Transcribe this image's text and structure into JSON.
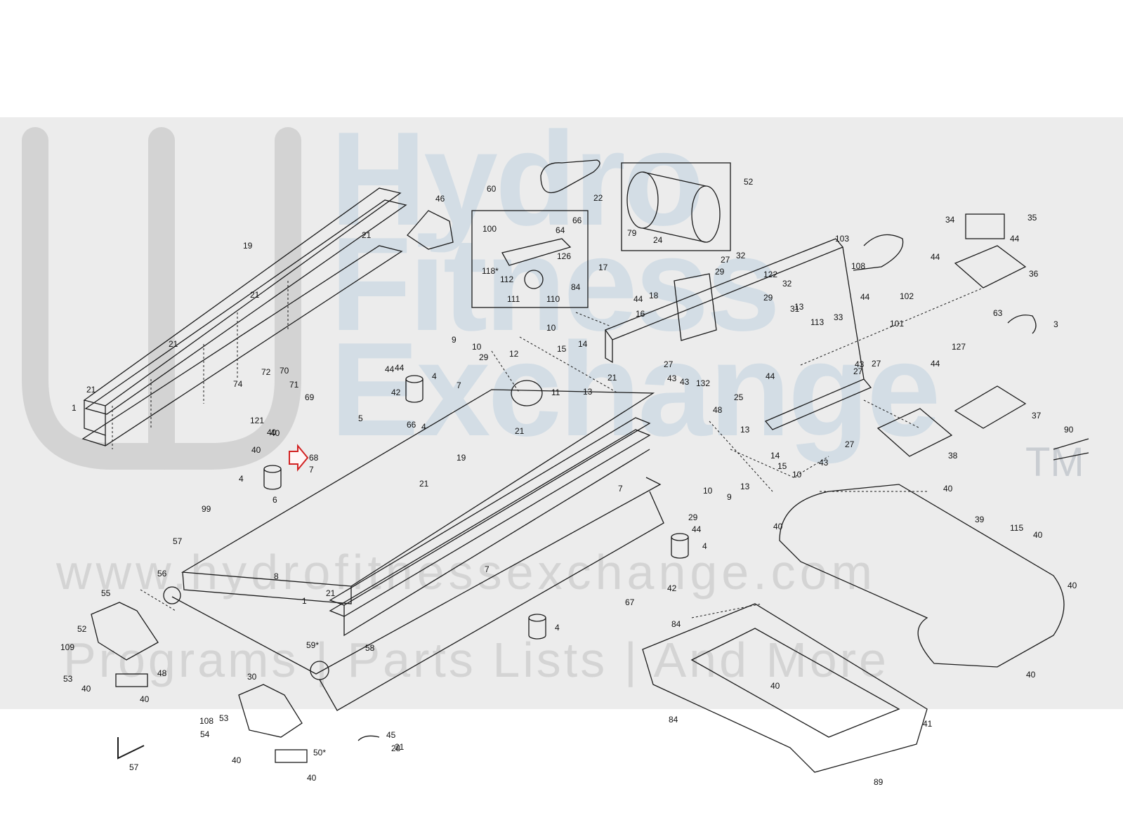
{
  "watermark": {
    "logo_lines": [
      "Hydro",
      "Fitness",
      "Exchange"
    ],
    "trademark": "TM",
    "url": "www.hydrofitnessexchange.com",
    "tagline": "Programs | Parts Lists | And More"
  },
  "colors": {
    "band": "#ececec",
    "line": "#1a1a1a",
    "callout_arrow": "#d22222",
    "watermark_blue": "#b9cddd",
    "watermark_gray": "#c9c9c9"
  },
  "callout": {
    "label": "68",
    "icon": "red-outline-arrow-icon"
  },
  "part_labels": [
    "1",
    "1",
    "3",
    "4",
    "4",
    "4",
    "4",
    "4",
    "5",
    "6",
    "7",
    "7",
    "7",
    "7",
    "8",
    "9",
    "9",
    "10",
    "10",
    "10",
    "10",
    "11",
    "12",
    "13",
    "13",
    "13",
    "13",
    "14",
    "14",
    "15",
    "15",
    "16",
    "17",
    "18",
    "19",
    "19",
    "21",
    "21",
    "21",
    "21",
    "21",
    "21",
    "21",
    "21",
    "21",
    "22",
    "24",
    "25",
    "27",
    "27",
    "27",
    "27",
    "27",
    "28",
    "29",
    "29",
    "29",
    "29",
    "30",
    "31",
    "32",
    "32",
    "33",
    "34",
    "35",
    "36",
    "37",
    "38",
    "39",
    "40",
    "40",
    "40",
    "40",
    "40",
    "40",
    "40",
    "40",
    "40",
    "40",
    "40",
    "40",
    "40",
    "41",
    "42",
    "42",
    "43",
    "43",
    "43",
    "43",
    "44",
    "44",
    "44",
    "44",
    "44",
    "44",
    "44",
    "44",
    "44",
    "45",
    "46",
    "48",
    "48",
    "50*",
    "52",
    "52",
    "53",
    "53",
    "54",
    "55",
    "56",
    "57",
    "57",
    "58",
    "59*",
    "60",
    "63",
    "64",
    "66",
    "66",
    "67",
    "69",
    "70",
    "71",
    "72",
    "74",
    "79",
    "84",
    "84",
    "84",
    "89",
    "90",
    "99",
    "100",
    "101",
    "102",
    "103",
    "108",
    "108",
    "109",
    "110",
    "111",
    "112",
    "113",
    "115",
    "118*",
    "121",
    "122",
    "126",
    "127",
    "132"
  ]
}
